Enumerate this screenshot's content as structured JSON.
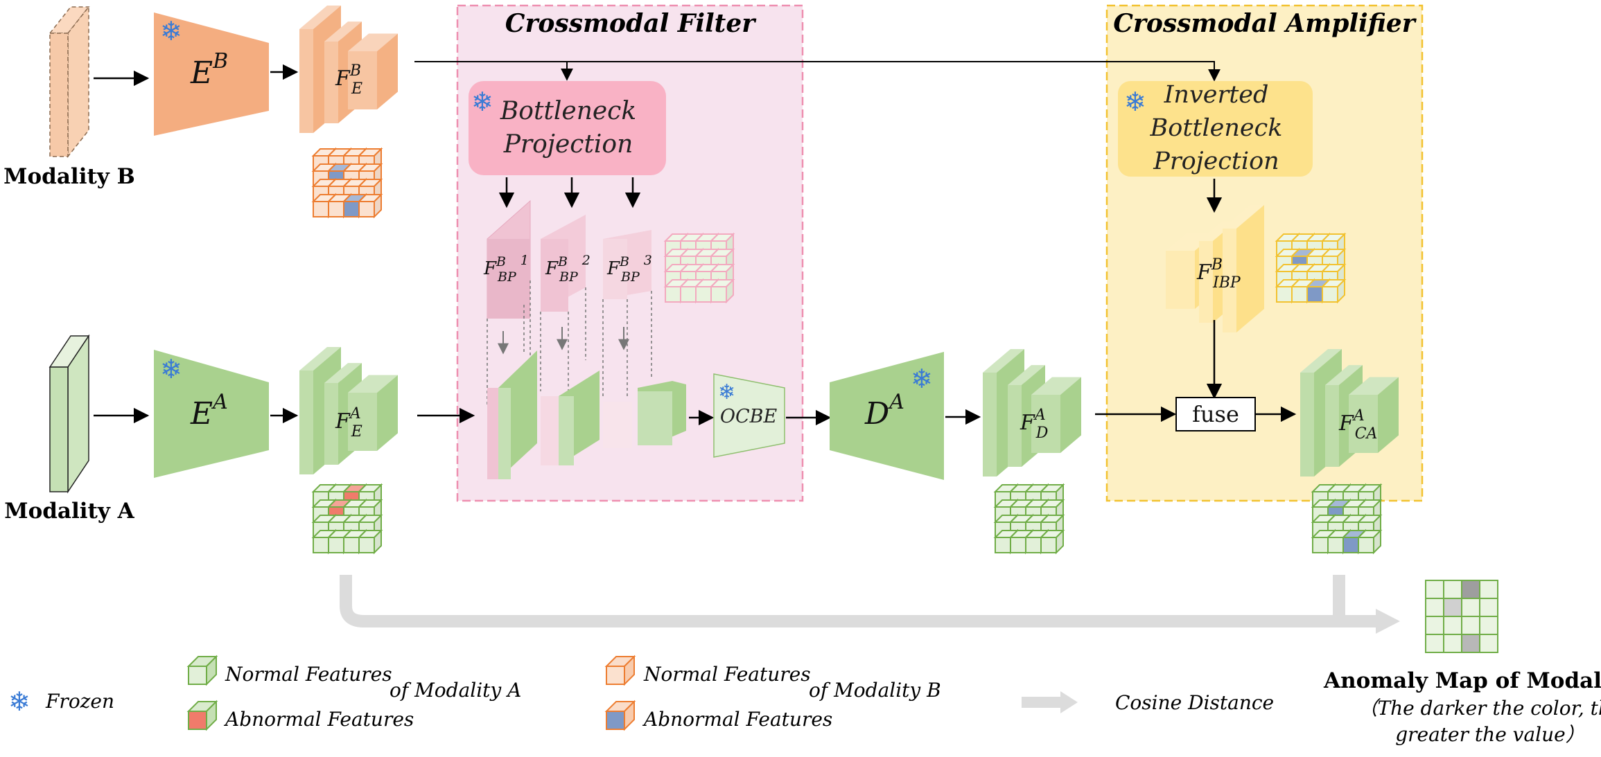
{
  "inputs": {
    "modality_b": "Modality B",
    "modality_a": "Modality A"
  },
  "encoders": {
    "eb_base": "E",
    "eb_sup": "B",
    "ea_base": "E",
    "ea_sup": "A",
    "da_base": "D",
    "da_sup": "A"
  },
  "features": {
    "feb": {
      "base": "F",
      "sup": "B",
      "sub": "E"
    },
    "fea": {
      "base": "F",
      "sup": "A",
      "sub": "E"
    },
    "fda": {
      "base": "F",
      "sup": "A",
      "sub": "D"
    },
    "fca": {
      "base": "F",
      "sup": "A",
      "sub": "CA"
    },
    "fibp": {
      "base": "F",
      "sup": "B",
      "sub": "IBP"
    },
    "fbp1": {
      "base": "F",
      "sup": "B",
      "sub": "BP",
      "idx": "1"
    },
    "fbp2": {
      "base": "F",
      "sup": "B",
      "sub": "BP",
      "idx": "2"
    },
    "fbp3": {
      "base": "F",
      "sup": "B",
      "sub": "BP",
      "idx": "3"
    }
  },
  "filter": {
    "title": "Crossmodal Filter",
    "bp_line1": "Bottleneck",
    "bp_line2": "Projection",
    "ocbe": "OCBE"
  },
  "amplifier": {
    "title": "Crossmodal Amplifier",
    "ibp_line1": "Inverted",
    "ibp_line2": "Bottleneck",
    "ibp_line3": "Projection",
    "fuse": "fuse"
  },
  "legend": {
    "frozen": "Frozen",
    "normal_a": "Normal Features",
    "abnormal_a": "Abnormal Features",
    "of_modality_a": "of Modality A",
    "normal_b": "Normal Features",
    "abnormal_b": "Abnormal Features",
    "of_modality_b": "of Modality B",
    "cosine": "Cosine Distance"
  },
  "anomaly": {
    "title": "Anomaly Map of Modality A",
    "note_line1": "（The darker the color, the",
    "note_line2": "greater the value）"
  },
  "colors": {
    "modality_a": "#a9d18e",
    "modality_b": "#f4b183",
    "filter_bg": "#f7e3ee",
    "amplifier_bg": "#fdf0c4",
    "bp_box": "#fbb7c8",
    "ibp_box": "#fde08a",
    "abnormal_a": "#f07b6b",
    "abnormal_b": "#7f99c6"
  }
}
